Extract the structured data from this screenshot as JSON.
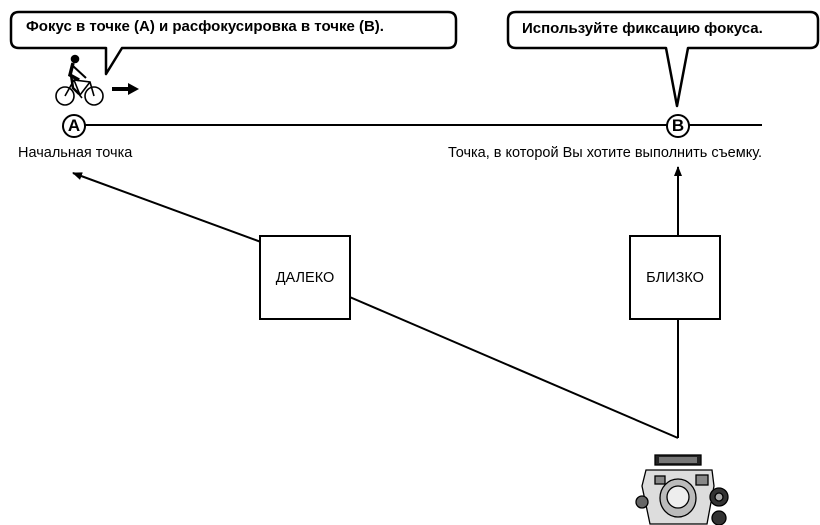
{
  "callouts": {
    "left": "Фокус в точке (A) и расфокусировка в точке (B).",
    "right": "Используйте фиксацию фокуса."
  },
  "points": {
    "a": {
      "letter": "A",
      "label": "Начальная точка"
    },
    "b": {
      "letter": "B",
      "label": "Точка, в которой Вы хотите выполнить съемку."
    }
  },
  "distances": {
    "far": "ДАЛЕКО",
    "near": "БЛИЗКО"
  },
  "icons": {
    "subject": "cyclist-icon",
    "direction": "arrow-right-icon",
    "device": "camera-icon"
  }
}
